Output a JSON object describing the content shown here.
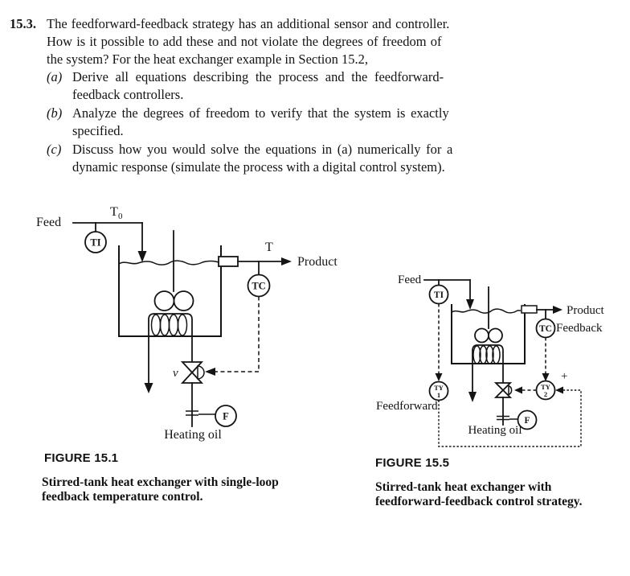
{
  "problem": {
    "number": "15.3.",
    "line1": "The feedforward-feedback strategy has an additional sensor and controller.",
    "line2": "How is it possible to add these and not violate the degrees of freedom of",
    "line3": "the system? For the heat exchanger example in Section 15.2,",
    "items": [
      {
        "label": "(a)",
        "line1": "Derive all equations describing the process and the feedforward-",
        "line2": "feedback controllers."
      },
      {
        "label": "(b)",
        "line1": "Analyze the degrees of freedom to verify that the system is exactly",
        "line2": "specified."
      },
      {
        "label": "(c)",
        "line1": "Discuss how you would solve the equations in (a) numerically for a",
        "line2": "dynamic response (simulate the process with a digital control system)."
      }
    ]
  },
  "figure1": {
    "labels": {
      "feed": "Feed",
      "t0_main": "T",
      "t0_sub": "0",
      "ti": "TI",
      "t_out": "T",
      "product": "Product",
      "tc": "TC",
      "valve": "v",
      "flow": "F",
      "heating_oil": "Heating oil"
    },
    "caption_title": "FIGURE 15.1",
    "caption_line1": "Stirred-tank heat exchanger with single-loop",
    "caption_line2": "feedback temperature control."
  },
  "figure2": {
    "labels": {
      "feed": "Feed",
      "ti": "TI",
      "product": "Product",
      "tc": "TC",
      "feedback": "Feedback",
      "plus": "+",
      "ty_top": "TY",
      "ty1_num": "1",
      "ty2_num": "2",
      "feedforward": "Feedforward",
      "flow": "F",
      "heating_oil": "Heating oil"
    },
    "caption_title": "FIGURE 15.5",
    "caption_line1": "Stirred-tank heat exchanger with",
    "caption_line2": "feedforward-feedback control strategy."
  },
  "colors": {
    "ink": "#141414",
    "paper": "#ffffff"
  }
}
